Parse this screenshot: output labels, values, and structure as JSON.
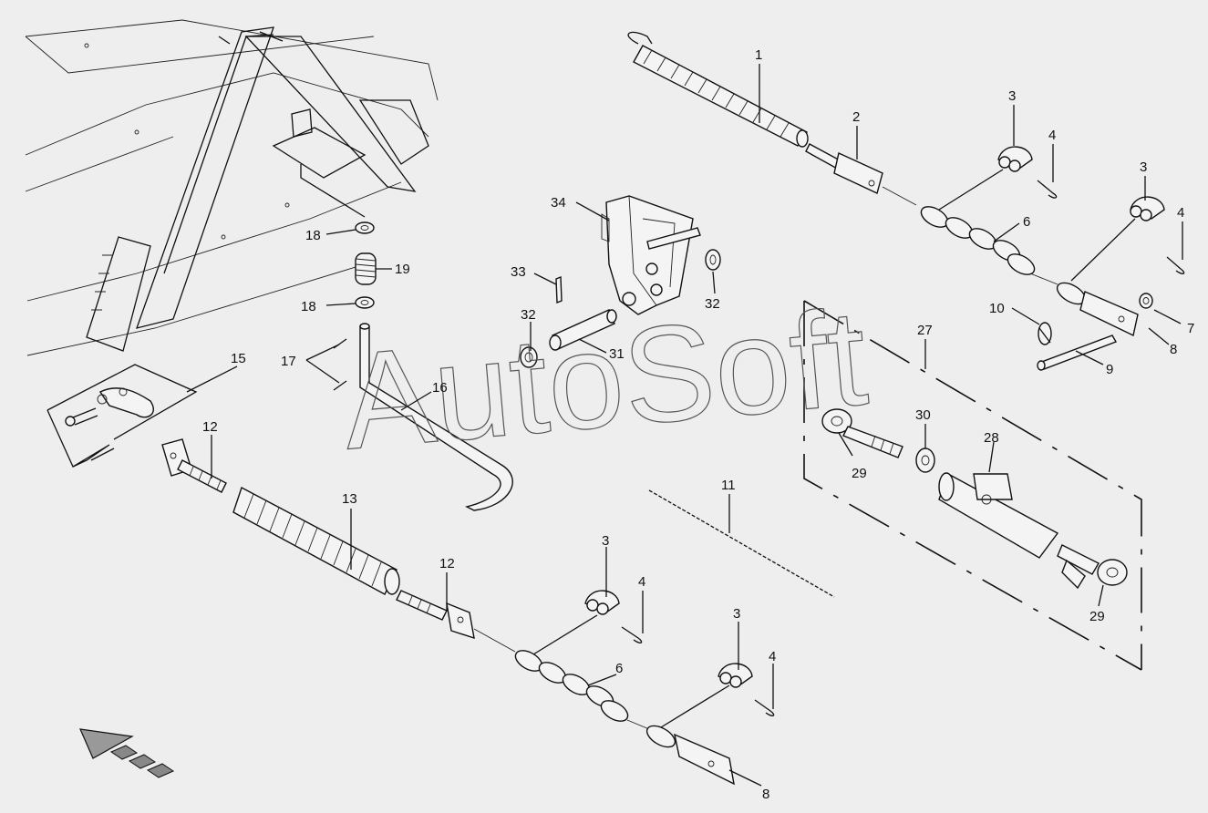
{
  "watermark": "AutoSoft",
  "callouts": {
    "c1": "1",
    "c2": "2",
    "c3a": "3",
    "c3b": "3",
    "c3c": "3",
    "c3d": "3",
    "c4a": "4",
    "c4b": "4",
    "c4c": "4",
    "c4d": "4",
    "c6a": "6",
    "c6b": "6",
    "c7": "7",
    "c8a": "8",
    "c8b": "8",
    "c9": "9",
    "c10": "10",
    "c11": "11",
    "c12a": "12",
    "c12b": "12",
    "c13": "13",
    "c15": "15",
    "c16": "16",
    "c17": "17",
    "c18a": "18",
    "c18b": "18",
    "c19": "19",
    "c27": "27",
    "c28": "28",
    "c29a": "29",
    "c29b": "29",
    "c30": "30",
    "c31": "31",
    "c32a": "32",
    "c32b": "32",
    "c33": "33",
    "c34": "34"
  },
  "icons": {
    "direction": "front-direction-arrow-icon"
  }
}
